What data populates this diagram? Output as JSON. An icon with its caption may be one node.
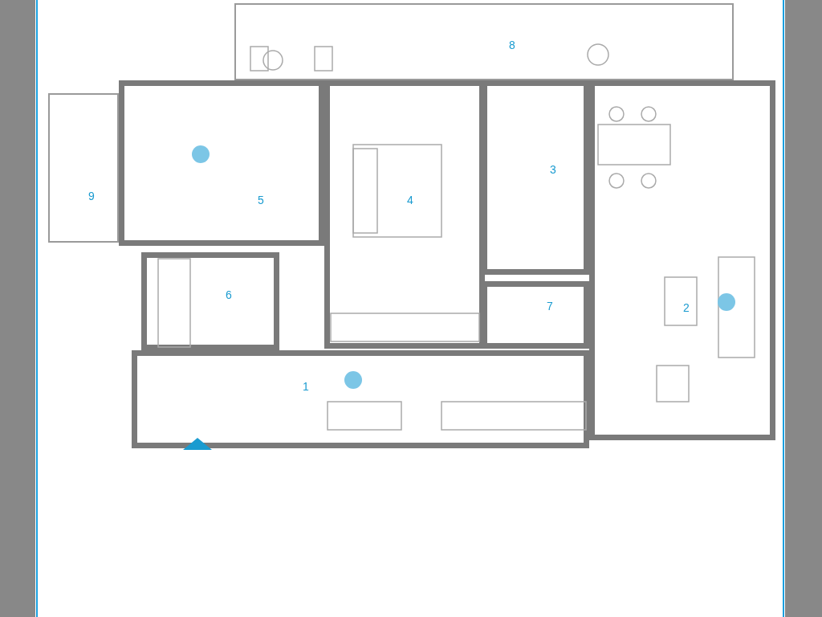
{
  "diagram": {
    "nodes": [
      {
        "text": [
          "8"
        ]
      },
      {
        "text": [
          "9"
        ]
      },
      {
        "text": [
          "5"
        ]
      },
      {
        "text": [
          "4"
        ]
      },
      {
        "text": [
          "3"
        ]
      },
      {
        "text": [
          "2"
        ]
      },
      {
        "text": [
          "6"
        ]
      },
      {
        "text": [
          "7"
        ]
      },
      {
        "text": [
          "1"
        ]
      }
    ]
  }
}
